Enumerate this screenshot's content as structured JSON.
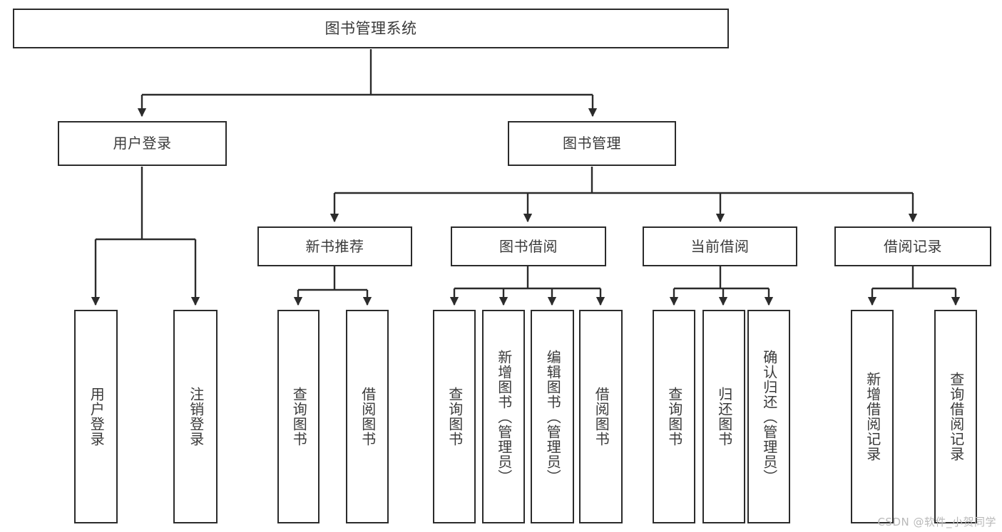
{
  "diagram": {
    "title": "图书管理系统",
    "type": "hierarchy-tree",
    "colors": {
      "background": "#ffffff",
      "box_border": "#2b2b2b",
      "box_fill": "#ffffff",
      "text": "#3a3a3a",
      "connector": "#2b2b2b",
      "watermark": "#b9b9b9"
    },
    "root": {
      "label": "图书管理系统"
    },
    "level2": [
      {
        "id": "user-login",
        "label": "用户登录"
      },
      {
        "id": "book-management",
        "label": "图书管理"
      }
    ],
    "level3": [
      {
        "id": "new-book-recommend",
        "label": "新书推荐"
      },
      {
        "id": "book-borrow",
        "label": "图书借阅"
      },
      {
        "id": "current-borrow",
        "label": "当前借阅"
      },
      {
        "id": "borrow-record",
        "label": "借阅记录"
      }
    ],
    "leaves": {
      "user_login": [
        {
          "id": "leaf-user-login",
          "label": "用户登录"
        },
        {
          "id": "leaf-logout-login",
          "label": "注销登录"
        }
      ],
      "new_book_recommend": [
        {
          "id": "leaf-query-book-1",
          "label": "查询图书"
        },
        {
          "id": "leaf-borrow-book-1",
          "label": "借阅图书"
        }
      ],
      "book_borrow": [
        {
          "id": "leaf-query-book-2",
          "label": "查询图书"
        },
        {
          "id": "leaf-add-book",
          "label": "新增图书（管理员）"
        },
        {
          "id": "leaf-edit-book",
          "label": "编辑图书（管理员）"
        },
        {
          "id": "leaf-borrow-book-2",
          "label": "借阅图书"
        }
      ],
      "current_borrow": [
        {
          "id": "leaf-query-book-3",
          "label": "查询图书"
        },
        {
          "id": "leaf-return-book",
          "label": "归还图书"
        },
        {
          "id": "leaf-confirm-return",
          "label": "确认归还（管理员）"
        }
      ],
      "borrow_record": [
        {
          "id": "leaf-add-record",
          "label": "新增借阅记录"
        },
        {
          "id": "leaf-query-record",
          "label": "查询借阅记录"
        }
      ]
    }
  },
  "watermark": {
    "text": "CSDN @软件_小贺同学"
  }
}
